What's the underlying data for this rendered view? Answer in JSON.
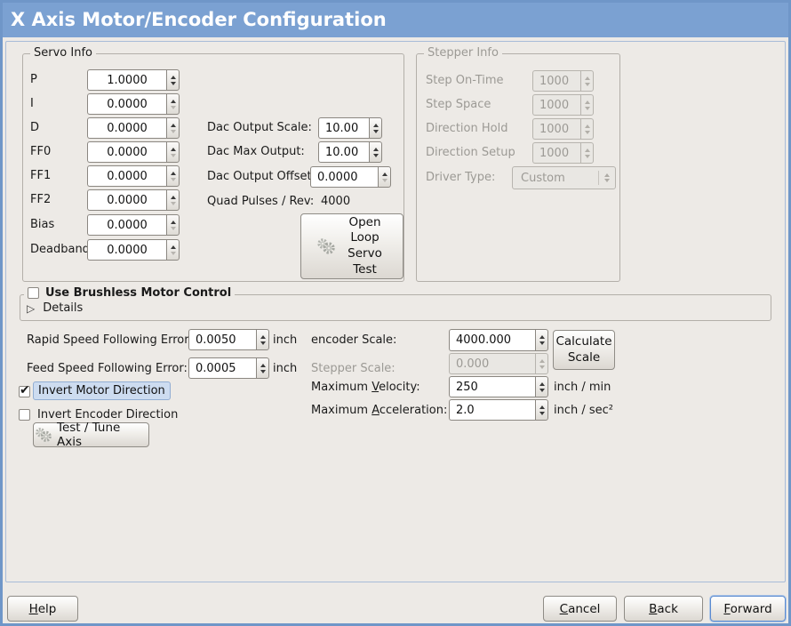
{
  "window": {
    "title": "X Axis Motor/Encoder Configuration"
  },
  "colors": {
    "titlebar": "#7ba1d2",
    "window_border": "#6f96c8",
    "background": "#edeae6",
    "focus_highlight": "#cddcf0",
    "disabled_text": "#9c9a95"
  },
  "icons": {
    "open_loop_button": "gears-icon",
    "test_tune_button": "gears-icon",
    "details_expander_glyph": "▷",
    "checkmark_glyph": "✔"
  },
  "servo": {
    "legend": "Servo Info",
    "rows": [
      {
        "label": "P",
        "value": "1.0000"
      },
      {
        "label": "I",
        "value": "0.0000"
      },
      {
        "label": "D",
        "value": "0.0000"
      },
      {
        "label": "FF0",
        "value": "0.0000"
      },
      {
        "label": "FF1",
        "value": "0.0000"
      },
      {
        "label": "FF2",
        "value": "0.0000"
      },
      {
        "label": "Bias",
        "value": "0.0000"
      },
      {
        "label": "Deadband",
        "value": "0.0000"
      }
    ]
  },
  "dac": {
    "scale_label": "Dac Output Scale:",
    "scale_value": "10.00",
    "max_label": "Dac Max Output:",
    "max_value": "10.00",
    "offset_label": "Dac Output Offset:",
    "offset_value": "0.0000",
    "quad_label": "Quad Pulses / Rev:",
    "quad_value": "4000"
  },
  "stepper": {
    "legend": "Stepper Info",
    "rows": [
      {
        "label": "Step On-Time",
        "value": "1000"
      },
      {
        "label": "Step Space",
        "value": "1000"
      },
      {
        "label": "Direction Hold",
        "value": "1000"
      },
      {
        "label": "Direction Setup",
        "value": "1000"
      }
    ],
    "driver_label": "Driver Type:",
    "driver_value": "Custom"
  },
  "brushless": {
    "label": "Use Brushless Motor Control",
    "checked": false,
    "details_label": "Details"
  },
  "follow": {
    "rapid_label": "Rapid Speed Following Error:",
    "rapid_value": "0.0050",
    "rapid_unit": "inch",
    "feed_label": "Feed Speed Following Error:",
    "feed_value": "0.0005",
    "feed_unit": "inch"
  },
  "scales": {
    "encoder_label": "encoder Scale:",
    "encoder_value": "4000.000",
    "stepper_label": "Stepper Scale:",
    "stepper_value": "0.000",
    "calculate_button": "Calculate Scale",
    "velocity_label": "Maximum Velocity:",
    "velocity_value": "250",
    "velocity_unit": "inch / min",
    "accel_label": "Maximum Acceleration:",
    "accel_value": "2.0",
    "accel_unit": "inch / sec²"
  },
  "invert": {
    "motor_label": "Invert Motor Direction",
    "motor_checked": true,
    "encoder_label": "Invert Encoder Direction",
    "encoder_checked": false
  },
  "buttons": {
    "open_loop": "Open Loop Servo Test",
    "test_tune": "Test / Tune Axis",
    "help": "Help",
    "cancel": "Cancel",
    "back": "Back",
    "forward": "Forward"
  }
}
